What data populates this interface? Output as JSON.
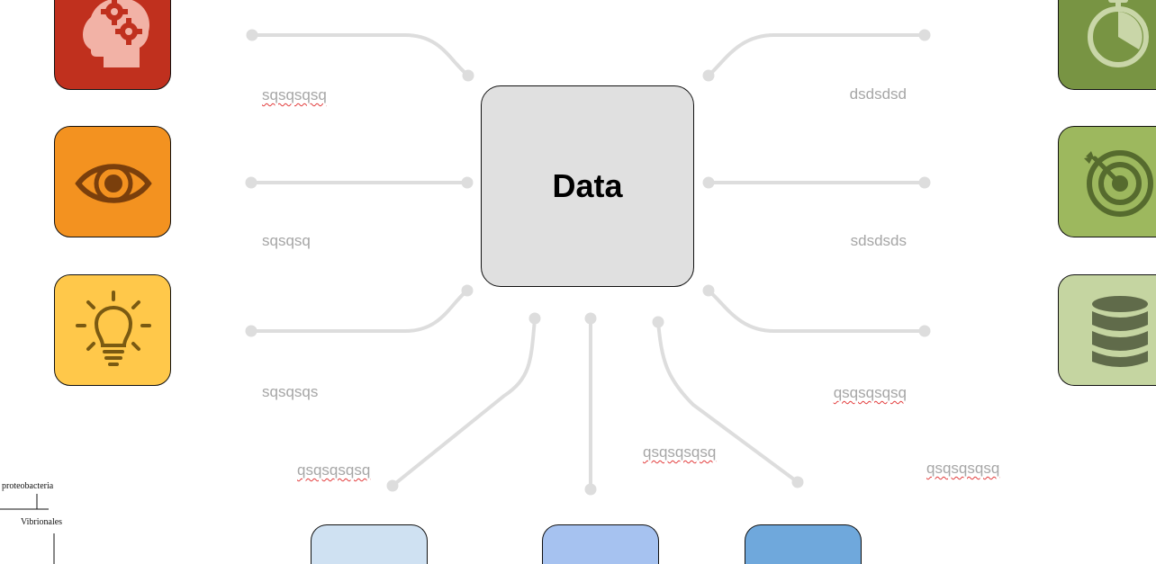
{
  "hub": {
    "title": "Data"
  },
  "labels": {
    "left_1": "sqsqsqsq",
    "left_2": "sqsqsq",
    "left_3": "sqsqsqs",
    "bottom_left": "qsqsqsqsq",
    "bottom_center": "qsqsqsqsq",
    "right_1": "dsdsdsd",
    "right_2": "sdsdsds",
    "right_3": "qsqsqsqsq",
    "far_right": "qsqsqsqsq"
  },
  "sketch": {
    "node_top": "proteobacteria",
    "node_child": "Vibrionales"
  },
  "icons": {
    "left": [
      "brain-gears-icon",
      "eye-icon",
      "lightbulb-icon"
    ],
    "right": [
      "stopwatch-icon",
      "target-icon",
      "database-icon"
    ]
  },
  "colors": {
    "red_tile": "#c0301e",
    "orange_tile": "#f39220",
    "yellow_tile": "#ffc84a",
    "olive_tile": "#789443",
    "green_tile": "#9db85e",
    "pale_green_tile": "#c5d5a1",
    "light_blue_tile": "#cfe1f2",
    "mid_blue_tile": "#a6c2f0",
    "blue_tile": "#6fa8dc",
    "hub_fill": "#e0e0e0",
    "connector": "#dddddd",
    "label_text": "#a6a6a6"
  }
}
